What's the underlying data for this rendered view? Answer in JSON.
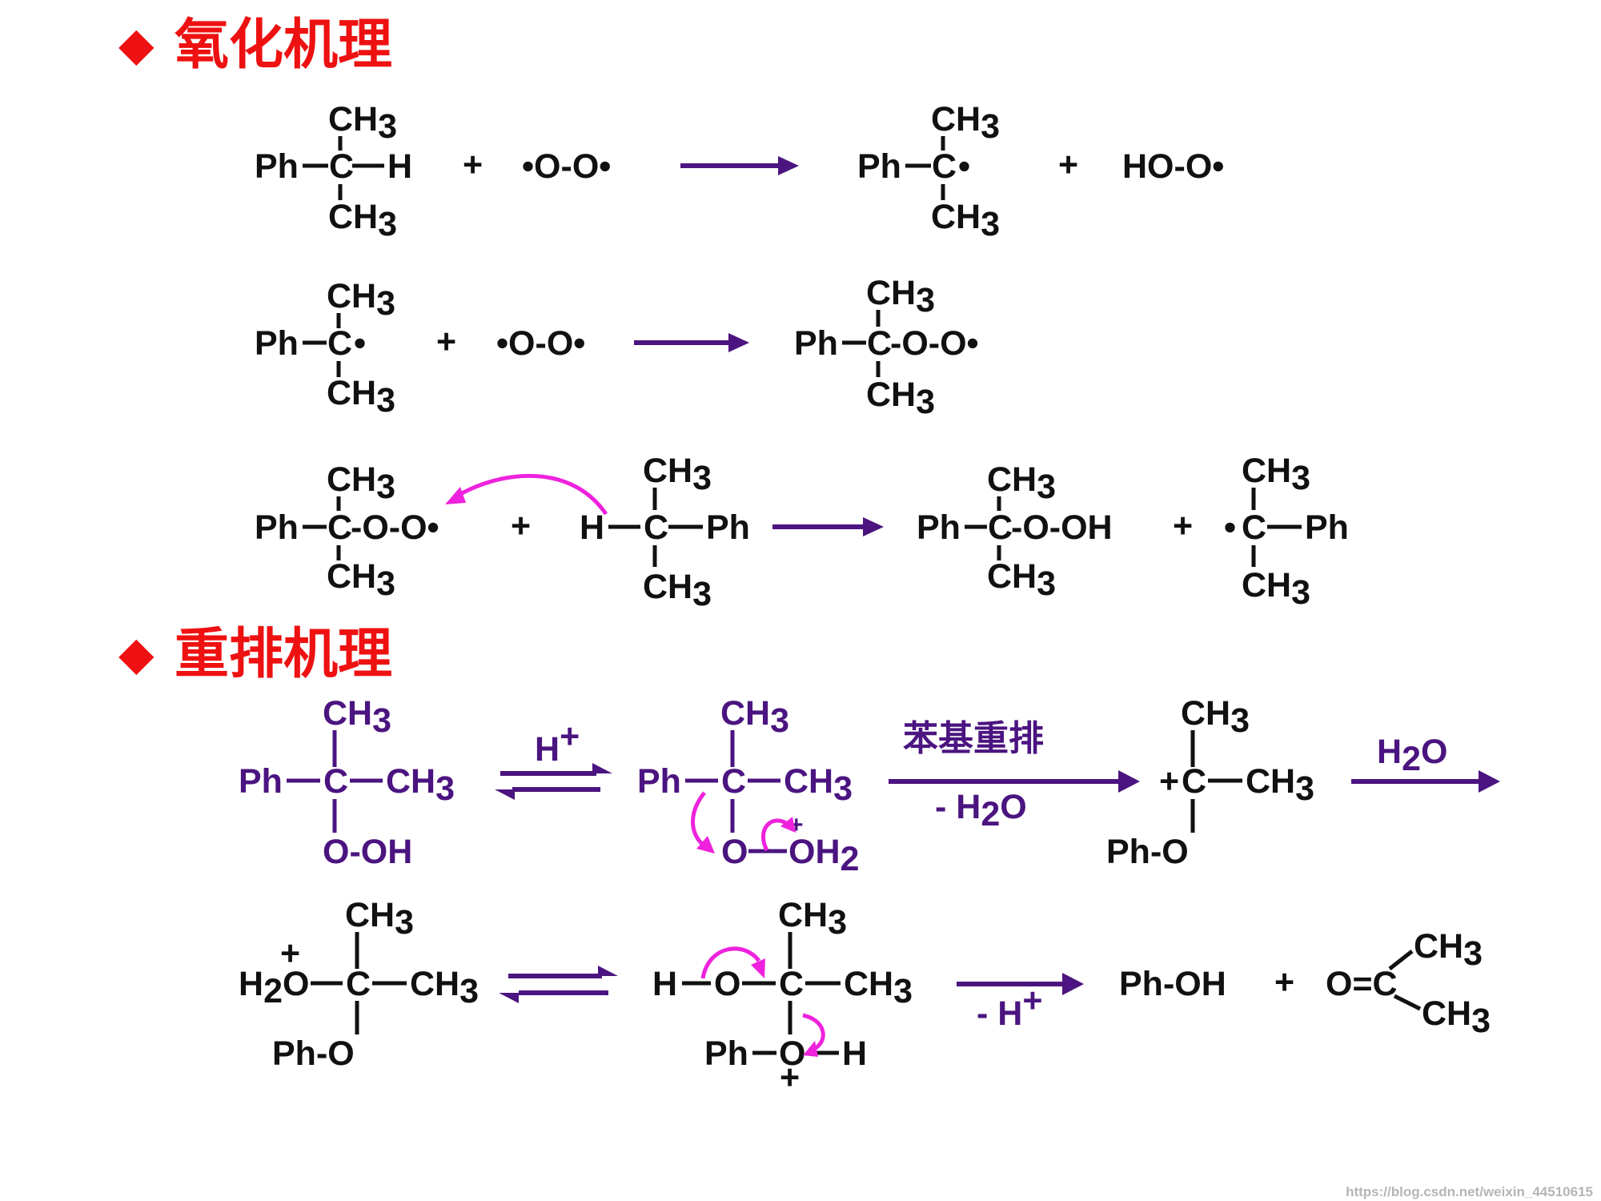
{
  "headings": {
    "marker": "◆",
    "oxidation": "氧化机理",
    "rearrangement": "重排机理"
  },
  "symbols": {
    "plus": "+",
    "radical": "•",
    "h_plus": "H",
    "sup_plus": "+",
    "phenyl_rearrangement": "苯基重排",
    "water_label": "H",
    "minus_water": "- H",
    "minus_h_plus": "- H",
    "sub_2": "2",
    "o": "O"
  },
  "structures": {
    "ox_r1_cumene": {
      "top": "CH",
      "top_sub": "3",
      "left": "Ph",
      "center": "C",
      "right": "H",
      "bottom": "CH",
      "bottom_sub": "3"
    },
    "ox_r1_oxygen": "•O-O•",
    "ox_r1_radical": {
      "top": "CH",
      "top_sub": "3",
      "left": "Ph",
      "center": "C",
      "right": "•",
      "bottom": "CH",
      "bottom_sub": "3"
    },
    "ox_r1_hydroperoxyl": "HO-O•",
    "ox_r2_radical": {
      "top": "CH",
      "top_sub": "3",
      "left": "Ph",
      "center": "C",
      "right": "•",
      "bottom": "CH",
      "bottom_sub": "3"
    },
    "ox_r2_oxygen": "•O-O•",
    "ox_r2_peroxy": {
      "top": "CH",
      "top_sub": "3",
      "left": "Ph",
      "center": "C",
      "right": "-O-O•",
      "bottom": "CH",
      "bottom_sub": "3"
    },
    "ox_r3_peroxy": {
      "top": "CH",
      "top_sub": "3",
      "left": "Ph",
      "center": "C",
      "right": "-O-O•",
      "bottom": "CH",
      "bottom_sub": "3"
    },
    "ox_r3_cumene": {
      "top": "CH",
      "top_sub": "3",
      "left": "H",
      "center": "C",
      "right": "Ph",
      "bottom": "CH",
      "bottom_sub": "3"
    },
    "ox_r3_hydroperoxide": {
      "top": "CH",
      "top_sub": "3",
      "left": "Ph",
      "center": "C",
      "right": "-O-OH",
      "bottom": "CH",
      "bottom_sub": "3"
    },
    "ox_r3_radical": {
      "top": "CH",
      "top_sub": "3",
      "left": "•",
      "center": "C",
      "right": "Ph",
      "bottom": "CH",
      "bottom_sub": "3"
    },
    "re_r1_hydroperoxide": {
      "top": "CH",
      "top_sub": "3",
      "left": "Ph",
      "center": "C",
      "right": "CH",
      "right_sub": "3",
      "bottom": "O-OH"
    },
    "re_r1_protonated": {
      "top": "CH",
      "top_sub": "3",
      "left": "Ph",
      "center": "C",
      "right": "CH",
      "right_sub": "3",
      "bottom_right": "OH",
      "bottom_right_sub": "2",
      "charge": "+"
    },
    "re_r1_cation": {
      "top": "CH",
      "top_sub": "3",
      "center": "C",
      "charge": "+",
      "right": "CH",
      "right_sub": "3",
      "bottom": "Ph-O"
    },
    "re_r2_oxonium": {
      "top": "CH",
      "top_sub": "3",
      "left": "H",
      "left_sub": "2",
      "left_atom": "O",
      "charge": "+",
      "center": "C",
      "right": "CH",
      "right_sub": "3",
      "bottom": "Ph-O"
    },
    "re_r2_hemiketal": {
      "top": "CH",
      "top_sub": "3",
      "left": "H",
      "center": "C",
      "right": "CH",
      "right_sub": "3",
      "bottom_left": "Ph",
      "bottom_right": "H",
      "charge": "+"
    },
    "re_r2_phenol": "Ph-OH",
    "re_r2_acetone": {
      "left": "O=C",
      "upper": "CH",
      "upper_sub": "3",
      "lower": "CH",
      "lower_sub": "3"
    }
  },
  "watermark": "https://blog.csdn.net/weixin_44510615",
  "colors": {
    "heading": "#ee1111",
    "structure_black": "#111111",
    "structure_purple": "#4b1480",
    "arrow": "#4b1480",
    "electron_arrow": "#ee22dd"
  }
}
